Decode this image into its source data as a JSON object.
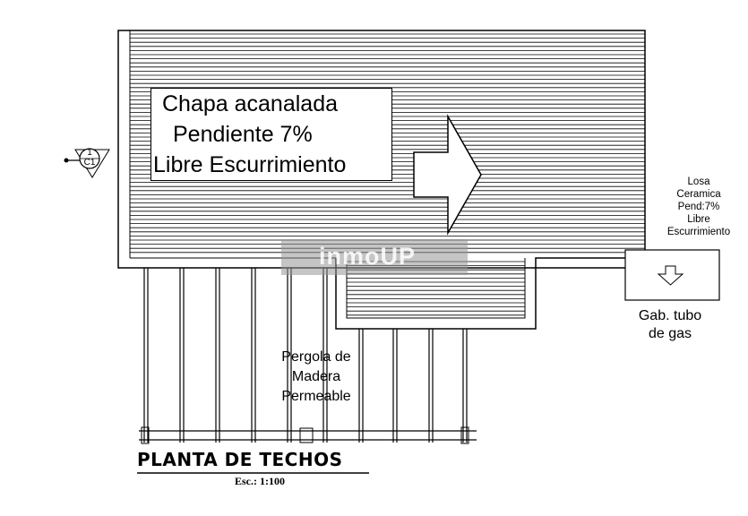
{
  "drawing": {
    "roof_label": {
      "line1": "Chapa acanalada",
      "line2": "Pendiente 7%",
      "line3": "Libre Escurrimiento"
    },
    "losa_label": {
      "line1": "Losa",
      "line2": "Ceramica",
      "line3": "Pend:7%",
      "line4": "Libre",
      "line5": "Escurrimiento"
    },
    "gab_label": {
      "line1": "Gab. tubo",
      "line2": "de gas"
    },
    "pergola_label": {
      "line1": "Pergola de",
      "line2": "Madera",
      "line3": "Permeable"
    },
    "section_marker": {
      "number": "1",
      "sheet": "C1"
    },
    "title": "PLANTA DE TECHOS",
    "scale": "Esc.: 1:100",
    "watermark": "inmoUP"
  }
}
